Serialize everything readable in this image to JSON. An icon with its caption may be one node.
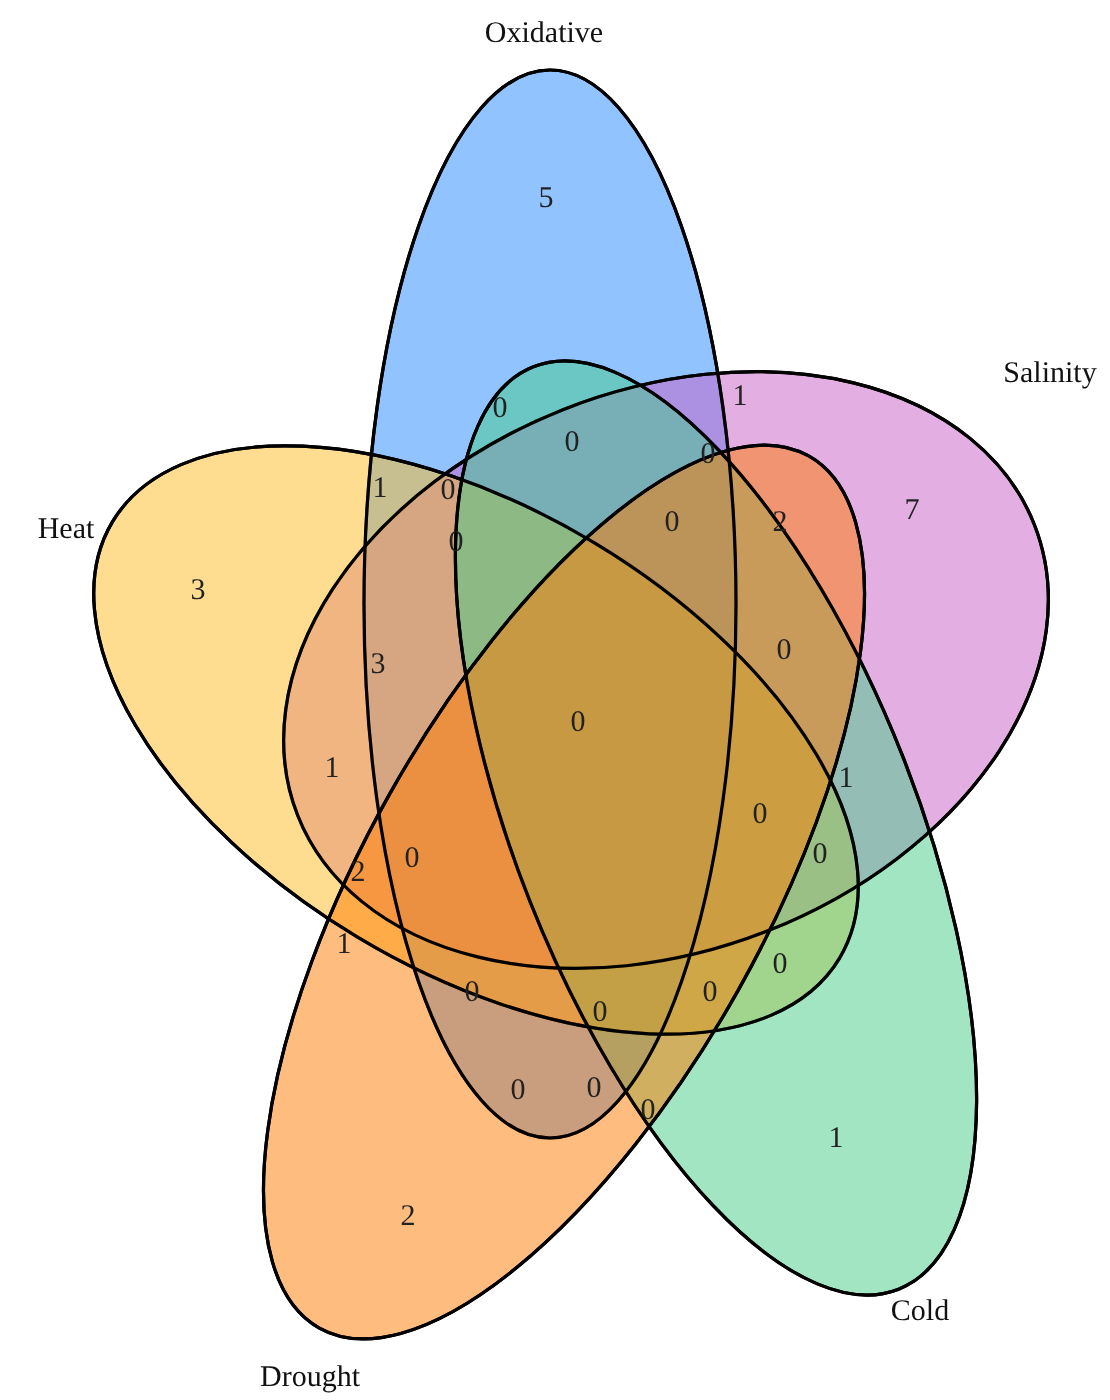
{
  "diagram": {
    "nodes": [
      {
        "text": [
          "Oxidative"
        ]
      },
      {
        "text": [
          "Salinity"
        ]
      },
      {
        "text": [
          "Heat"
        ]
      },
      {
        "text": [
          "Cold"
        ]
      },
      {
        "text": [
          "Drought"
        ]
      }
    ],
    "labels": [
      "5",
      "1",
      "0",
      "0",
      "0",
      "0",
      "1",
      "2",
      "7",
      "0",
      "0",
      "3",
      "0",
      "3",
      "0",
      "1",
      "1",
      "0",
      "0",
      "0",
      "2",
      "1",
      "0",
      "0",
      "0",
      "0",
      "0",
      "0",
      "0",
      "1",
      "2"
    ]
  }
}
